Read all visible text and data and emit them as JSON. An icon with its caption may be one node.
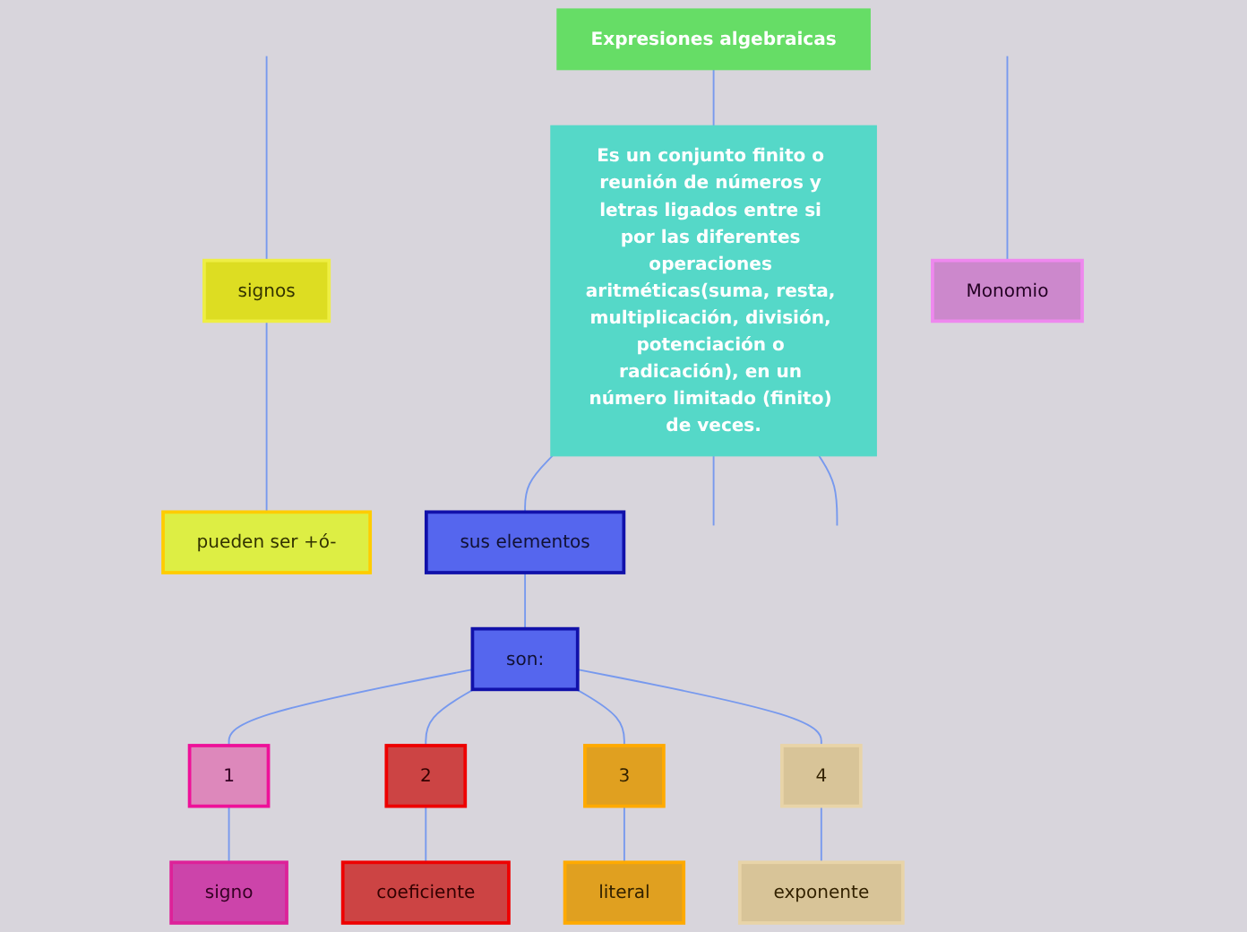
{
  "diagram": {
    "nodes": [
      {
        "text": [
          "Expresiones algebraicas"
        ]
      },
      {
        "text": [
          "Es un conjunto finito o reunión de números y letras ligados entre si por las diferentes operaciones aritméticas(suma, resta, multiplicación, división, potenciación o radicación), en un número limitado (finito) de veces."
        ]
      },
      {
        "text": [
          "sus elementos"
        ]
      },
      {
        "text": [
          "son:"
        ]
      },
      {
        "text": [
          "signos"
        ]
      },
      {
        "text": [
          "pueden ser +ó-"
        ]
      },
      {
        "text": [
          "1"
        ]
      },
      {
        "text": [
          "signo"
        ]
      },
      {
        "text": [
          "2"
        ]
      },
      {
        "text": [
          "coeficiente"
        ]
      },
      {
        "text": [
          "3"
        ]
      },
      {
        "text": [
          "literal"
        ]
      },
      {
        "text": [
          "4"
        ]
      },
      {
        "text": [
          "exponente"
        ]
      },
      {
        "text": [
          "Monomio"
        ]
      }
    ],
    "edges": [
      {
        "from": 0,
        "to": 1,
        "arrow": "none"
      },
      {
        "from": 1,
        "to": 2,
        "arrow": "none"
      },
      {
        "from": 1,
        "to": null,
        "arrow": "none"
      },
      {
        "from": 1,
        "to": null,
        "arrow": "none"
      },
      {
        "from": 2,
        "to": 3,
        "arrow": "none"
      },
      {
        "from": 3,
        "to": 6,
        "arrow": "none"
      },
      {
        "from": 3,
        "to": 8,
        "arrow": "none"
      },
      {
        "from": 3,
        "to": 10,
        "arrow": "none"
      },
      {
        "from": 3,
        "to": 12,
        "arrow": "none"
      },
      {
        "from": null,
        "to": 4,
        "arrow": "none"
      },
      {
        "from": 4,
        "to": 5,
        "arrow": "none"
      },
      {
        "from": 6,
        "to": 7,
        "arrow": "none"
      },
      {
        "from": 8,
        "to": 9,
        "arrow": "none"
      },
      {
        "from": 10,
        "to": 11,
        "arrow": "none"
      },
      {
        "from": 12,
        "to": 13,
        "arrow": "none"
      },
      {
        "from": null,
        "to": 14,
        "arrow": "none"
      }
    ]
  }
}
